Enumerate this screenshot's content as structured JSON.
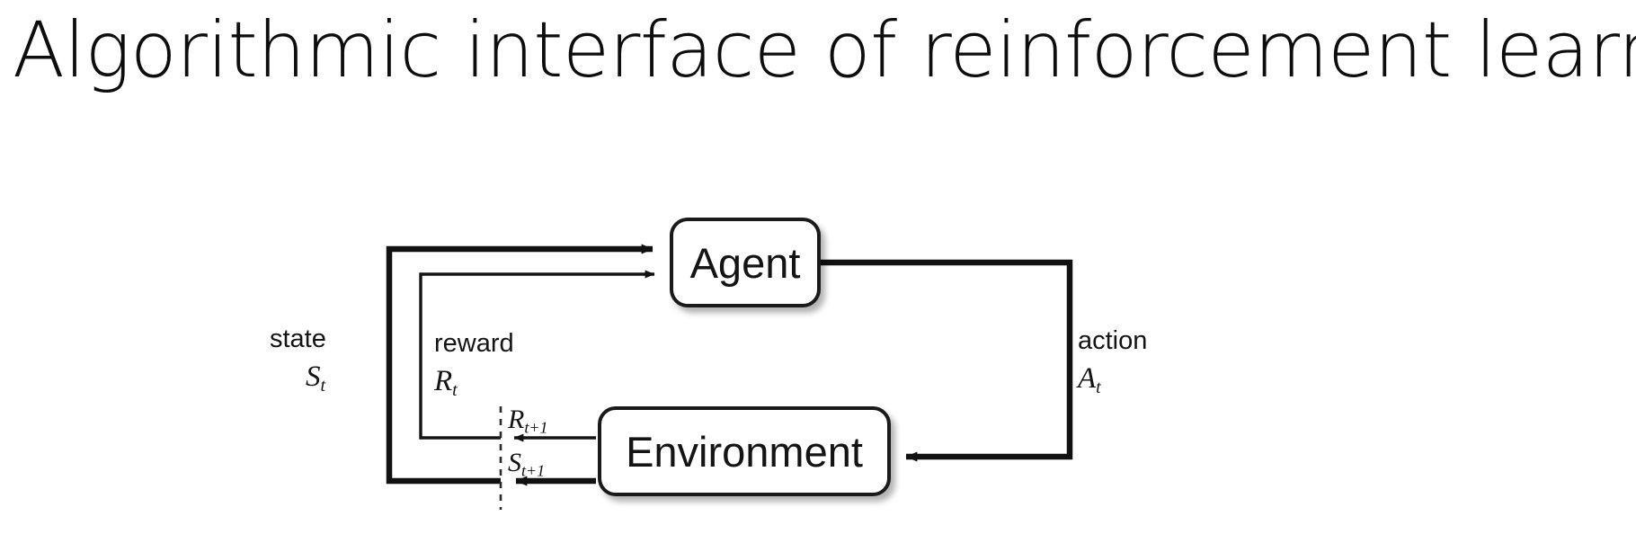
{
  "slide": {
    "title": "Algorithmic interface of reinforcement learning",
    "background_color": "#ffffff",
    "ink_color": "#000000"
  },
  "diagram": {
    "name": "agent-environment-interaction-loop",
    "nodes": [
      {
        "id": "agent",
        "label": "Agent"
      },
      {
        "id": "environment",
        "label": "Environment"
      }
    ],
    "edges": [
      {
        "id": "state-edge",
        "from": "environment",
        "to": "agent",
        "word_label": "state",
        "symbol_base": "S",
        "symbol_sub": "t",
        "stroke": "thick"
      },
      {
        "id": "reward-edge",
        "from": "environment",
        "to": "agent",
        "word_label": "reward",
        "symbol_base": "R",
        "symbol_sub": "t",
        "stroke": "thin"
      },
      {
        "id": "action-edge",
        "from": "agent",
        "to": "environment",
        "word_label": "action",
        "symbol_base": "A",
        "symbol_sub": "t",
        "stroke": "thick"
      }
    ],
    "emitted_signals": [
      {
        "id": "reward-next",
        "symbol_base": "R",
        "symbol_sub": "t+1",
        "stroke": "thin"
      },
      {
        "id": "state-next",
        "symbol_base": "S",
        "symbol_sub": "t+1",
        "stroke": "thick"
      }
    ],
    "time_boundary": {
      "id": "time-step-divider",
      "style": "dashed-vertical"
    }
  }
}
